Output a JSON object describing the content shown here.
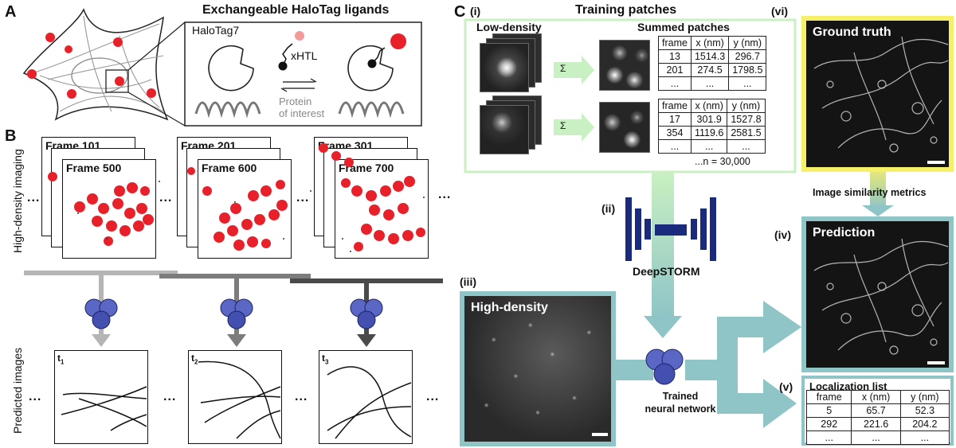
{
  "panel_a": {
    "letter": "A",
    "title": "Exchangeable HaloTag ligands",
    "halotag": "HaloTag7",
    "xhtl": "xHTL",
    "protein_line1": "Protein",
    "protein_line2": "of interest"
  },
  "panel_b": {
    "letter": "B",
    "side_label_top": "High-density imaging",
    "side_label_bottom": "Predicted images",
    "ellipsis": "...",
    "frames_back": [
      "Frame 101",
      "Frame 201",
      "Frame 301"
    ],
    "frames_front": [
      "Frame 500",
      "Frame 600",
      "Frame 700"
    ],
    "pred_labels": [
      {
        "base": "t",
        "sub": "1"
      },
      {
        "base": "t",
        "sub": "2"
      },
      {
        "base": "t",
        "sub": "3"
      }
    ]
  },
  "panel_c": {
    "letter": "C",
    "i": {
      "marker": "(i)",
      "title": "Training patches",
      "low_density": "Low-density",
      "summed": "Summed patches",
      "sum_symbol": "Σ",
      "n_label": "...n = 30,000",
      "table1": {
        "headers": [
          "frame",
          "x (nm)",
          "y (nm)"
        ],
        "rows": [
          [
            "13",
            "1514.3",
            "296.7"
          ],
          [
            "201",
            "274.5",
            "1798.5"
          ],
          [
            "...",
            "...",
            "..."
          ]
        ]
      },
      "table2": {
        "headers": [
          "frame",
          "x (nm)",
          "y (nm)"
        ],
        "rows": [
          [
            "17",
            "301.9",
            "1527.8"
          ],
          [
            "354",
            "1119.6",
            "2581.5"
          ],
          [
            "...",
            "...",
            "..."
          ]
        ]
      }
    },
    "ii": {
      "marker": "(ii)",
      "label": "DeepSTORM"
    },
    "iii": {
      "marker": "(iii)",
      "title": "High-density"
    },
    "network": {
      "line1": "Trained",
      "line2": "neural network"
    },
    "iv": {
      "marker": "(iv)",
      "title": "Prediction"
    },
    "v": {
      "marker": "(v)",
      "title": "Localization list",
      "headers": [
        "frame",
        "x (nm)",
        "y (nm)"
      ],
      "rows": [
        [
          "5",
          "65.7",
          "52.3"
        ],
        [
          "292",
          "221.6",
          "204.2"
        ],
        [
          "...",
          "...",
          "..."
        ]
      ]
    },
    "vi": {
      "marker": "(vi)",
      "title": "Ground truth"
    },
    "similarity": "Image similarity metrics"
  },
  "colors": {
    "red": "#e8202a",
    "teal_box": "#8fc5c6",
    "green_box": "#c9f0c2",
    "yellow_box": "#f6ef6a",
    "network_blue": "#2d3a8c",
    "gray_light": "#b5b5b5",
    "gray_mid": "#7c7c7c",
    "gray_dark": "#4a4a4a"
  }
}
